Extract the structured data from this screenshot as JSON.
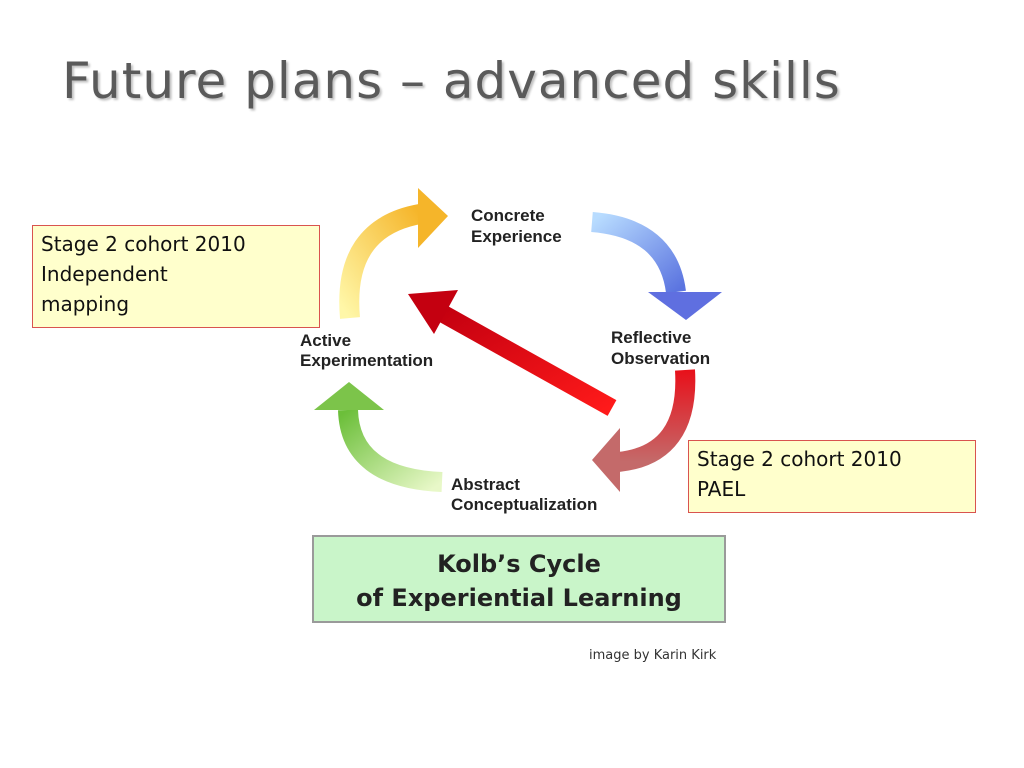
{
  "slide": {
    "title": "Future plans – advanced skills"
  },
  "cycle": {
    "stages": [
      {
        "line1": "Concrete",
        "line2": "Experience"
      },
      {
        "line1": "Reflective",
        "line2": "Observation"
      },
      {
        "line1": "Abstract",
        "line2": "Conceptualization"
      },
      {
        "line1": "Active",
        "line2": "Experimentation"
      }
    ],
    "arrow_colors": {
      "top_right": "#6a8fe6",
      "bottom_right": "#e0141c",
      "bottom_left": "#8fcf5a",
      "top_left": "#f5c63a",
      "diagonal": "#e00010"
    }
  },
  "notes": {
    "left": {
      "line1": "Stage 2 cohort 2010",
      "line2": "Independent",
      "line3": "mapping"
    },
    "right": {
      "line1": "Stage 2 cohort 2010",
      "line2": "PAEL"
    }
  },
  "kolb": {
    "line1": "Kolb’s Cycle",
    "line2": "of Experiential Learning"
  },
  "credit": "image by Karin Kirk"
}
